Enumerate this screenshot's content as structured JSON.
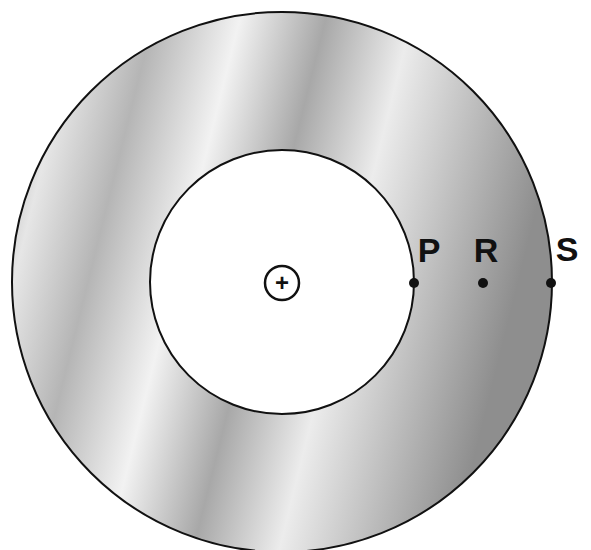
{
  "diagram": {
    "labels": [
      "+",
      "P",
      "R",
      "S"
    ]
  }
}
